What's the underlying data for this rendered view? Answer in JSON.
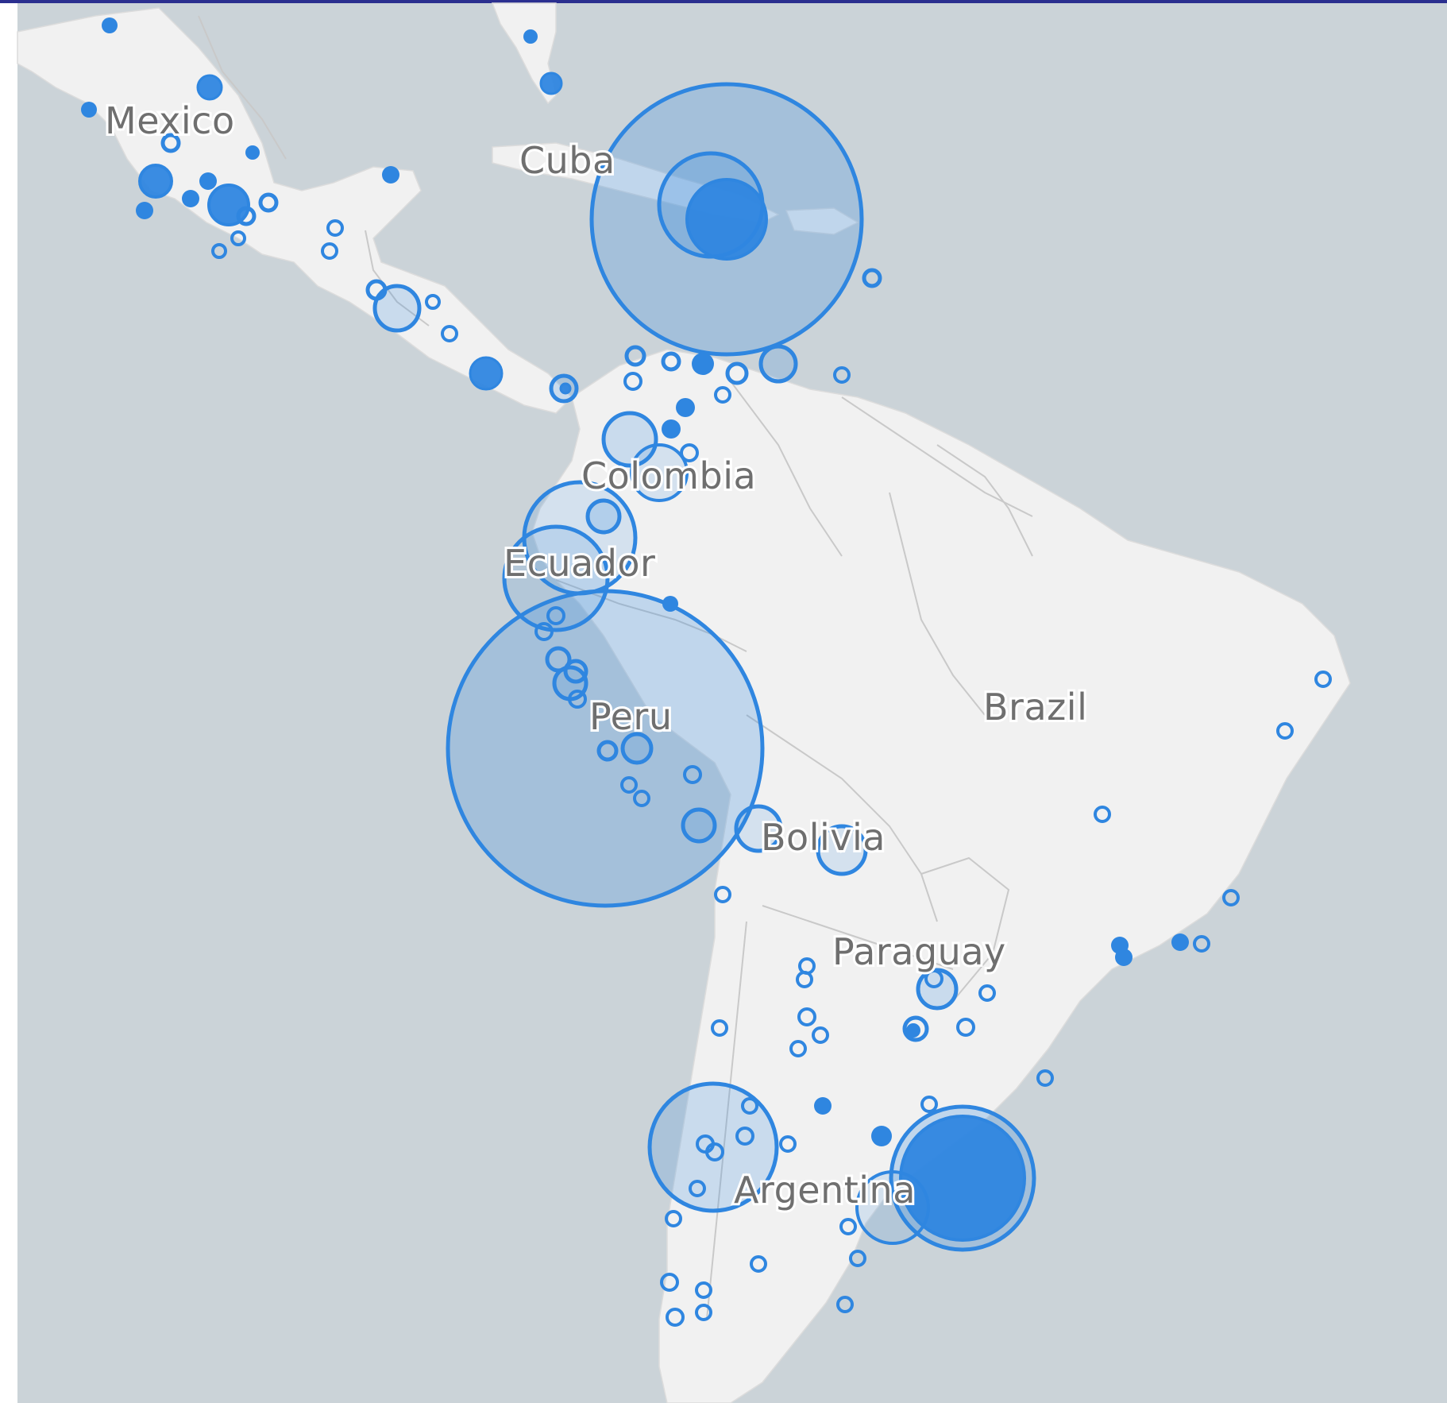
{
  "map": {
    "colors": {
      "ocean": "#cbd3d8",
      "land": "#f1f1f1",
      "bubble_stroke": "#2f86e0",
      "bubble_fill": "#2f86e0",
      "label": "#6f6f6f"
    },
    "labels": {
      "mexico": "Mexico",
      "cuba": "Cuba",
      "colombia": "Colombia",
      "ecuador": "Ecuador",
      "peru": "Peru",
      "brazil": "Brazil",
      "bolivia": "Bolivia",
      "paraguay": "Paraguay",
      "argentina": "Argentina"
    }
  }
}
